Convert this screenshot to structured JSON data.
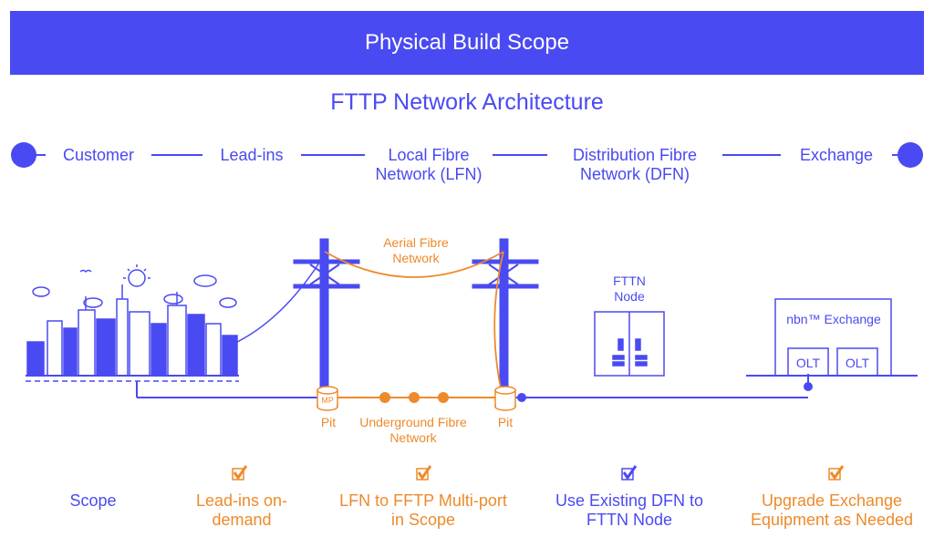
{
  "header": {
    "title": "Physical Build Scope"
  },
  "diagram_title": "FTTP Network Architecture",
  "stages": [
    {
      "label": "Customer"
    },
    {
      "label": "Lead-ins"
    },
    {
      "label": "Local Fibre Network (LFN)"
    },
    {
      "label": "Distribution Fibre Network (DFN)"
    },
    {
      "label": "Exchange"
    }
  ],
  "labels": {
    "aerial": "Aerial Fibre Network",
    "underground": "Underground Fibre Network",
    "pit1": "Pit",
    "pit2": "Pit",
    "mp": "MP",
    "fttn": "FTTN Node",
    "exchange": "nbn™ Exchange",
    "olt1": "OLT",
    "olt2": "OLT"
  },
  "scope": {
    "heading": "Scope",
    "items": [
      {
        "text": "Lead-ins on-demand",
        "status": "checked",
        "color": "#ee8a2b"
      },
      {
        "text": "LFN to FFTP Multi-port in Scope",
        "status": "checked",
        "color": "#ee8a2b"
      },
      {
        "text": "Use Existing DFN to FTTN Node",
        "status": "checked",
        "color": "#4a4af2"
      },
      {
        "text": "Upgrade Exchange Equipment as Needed",
        "status": "checked",
        "color": "#ee8a2b"
      }
    ]
  },
  "colors": {
    "primary": "#4a4af2",
    "accent": "#ee8a2b",
    "background": "#ffffff"
  }
}
